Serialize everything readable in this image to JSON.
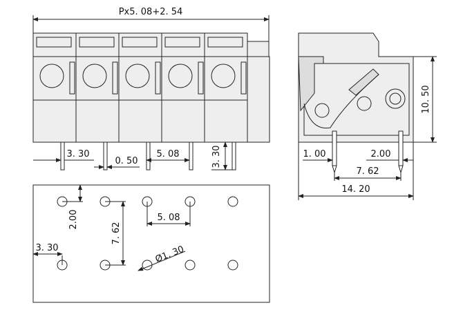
{
  "drawing": {
    "colors": {
      "line": "#222222",
      "body_fill": "#eeeeee",
      "dark_fill": "#cccccc",
      "background": "#ffffff"
    },
    "front_view": {
      "total_width_label": "Px5. 08+2. 54",
      "pin_offset_label": "3. 30",
      "pin_width_label": "0. 50",
      "pitch_label": "5. 08",
      "pin_length_label": "3. 30",
      "pole_count": 5
    },
    "side_view": {
      "height_label": "10. 50",
      "pin_edge_left_label": "1. 00",
      "pin_edge_right_label": "2.00",
      "pin_spacing_label": "7. 62",
      "depth_label": "14. 20"
    },
    "pcb_layout": {
      "row_offset_label": "2.00",
      "row_spacing_label": "7. 62",
      "pitch_label": "5. 08",
      "edge_offset_label": "3. 30",
      "hole_diameter_label": "Ø1. 30"
    }
  }
}
